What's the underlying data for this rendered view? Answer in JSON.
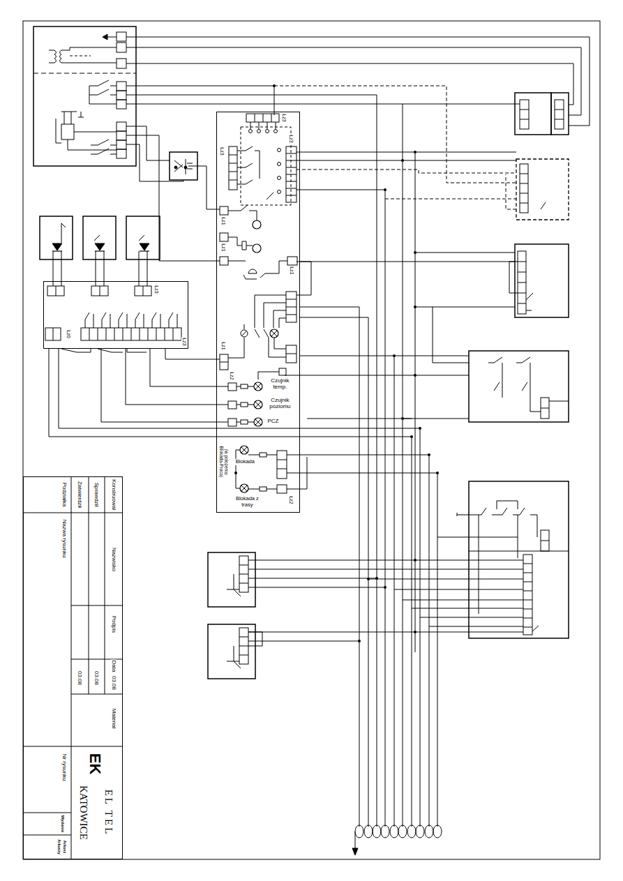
{
  "diagram": {
    "nodes": [
      {
        "text": [
          "Łz3",
          "Łz3",
          "Łz3",
          "Łz1",
          "Łz1",
          "Łz1",
          "Łz1",
          "Łz2",
          "Czujnik temp.",
          "Czujnik poziomu",
          "PCZ",
          "Blokada",
          "(w położeniu Blokada-Praca)",
          "Blokada z trasy",
          "Łz2"
        ]
      },
      {
        "text": [
          "Łz3",
          "Łz0",
          "Łz3"
        ]
      },
      {
        "text": [
          "Konstruował",
          "Sprawdził",
          "Zatwierdził",
          "Podziałka",
          "Nazwa rysunku",
          "Nazwisko",
          "Podpis",
          "Data",
          "03.08",
          "03.08",
          "03.08",
          "Materiał",
          "Nr rysunku",
          "EK",
          "EL TEL",
          "KATOWICE",
          "Wydanie",
          "Arkusz",
          "Arkuszy"
        ]
      }
    ],
    "edges": [
      {
        "from": 1,
        "to": 0,
        "arrow": "none"
      },
      {
        "from": 1,
        "to": 0,
        "arrow": "none"
      },
      {
        "from": 1,
        "to": 0,
        "arrow": "none"
      },
      {
        "from": 1,
        "to": 0,
        "arrow": "none"
      }
    ]
  }
}
